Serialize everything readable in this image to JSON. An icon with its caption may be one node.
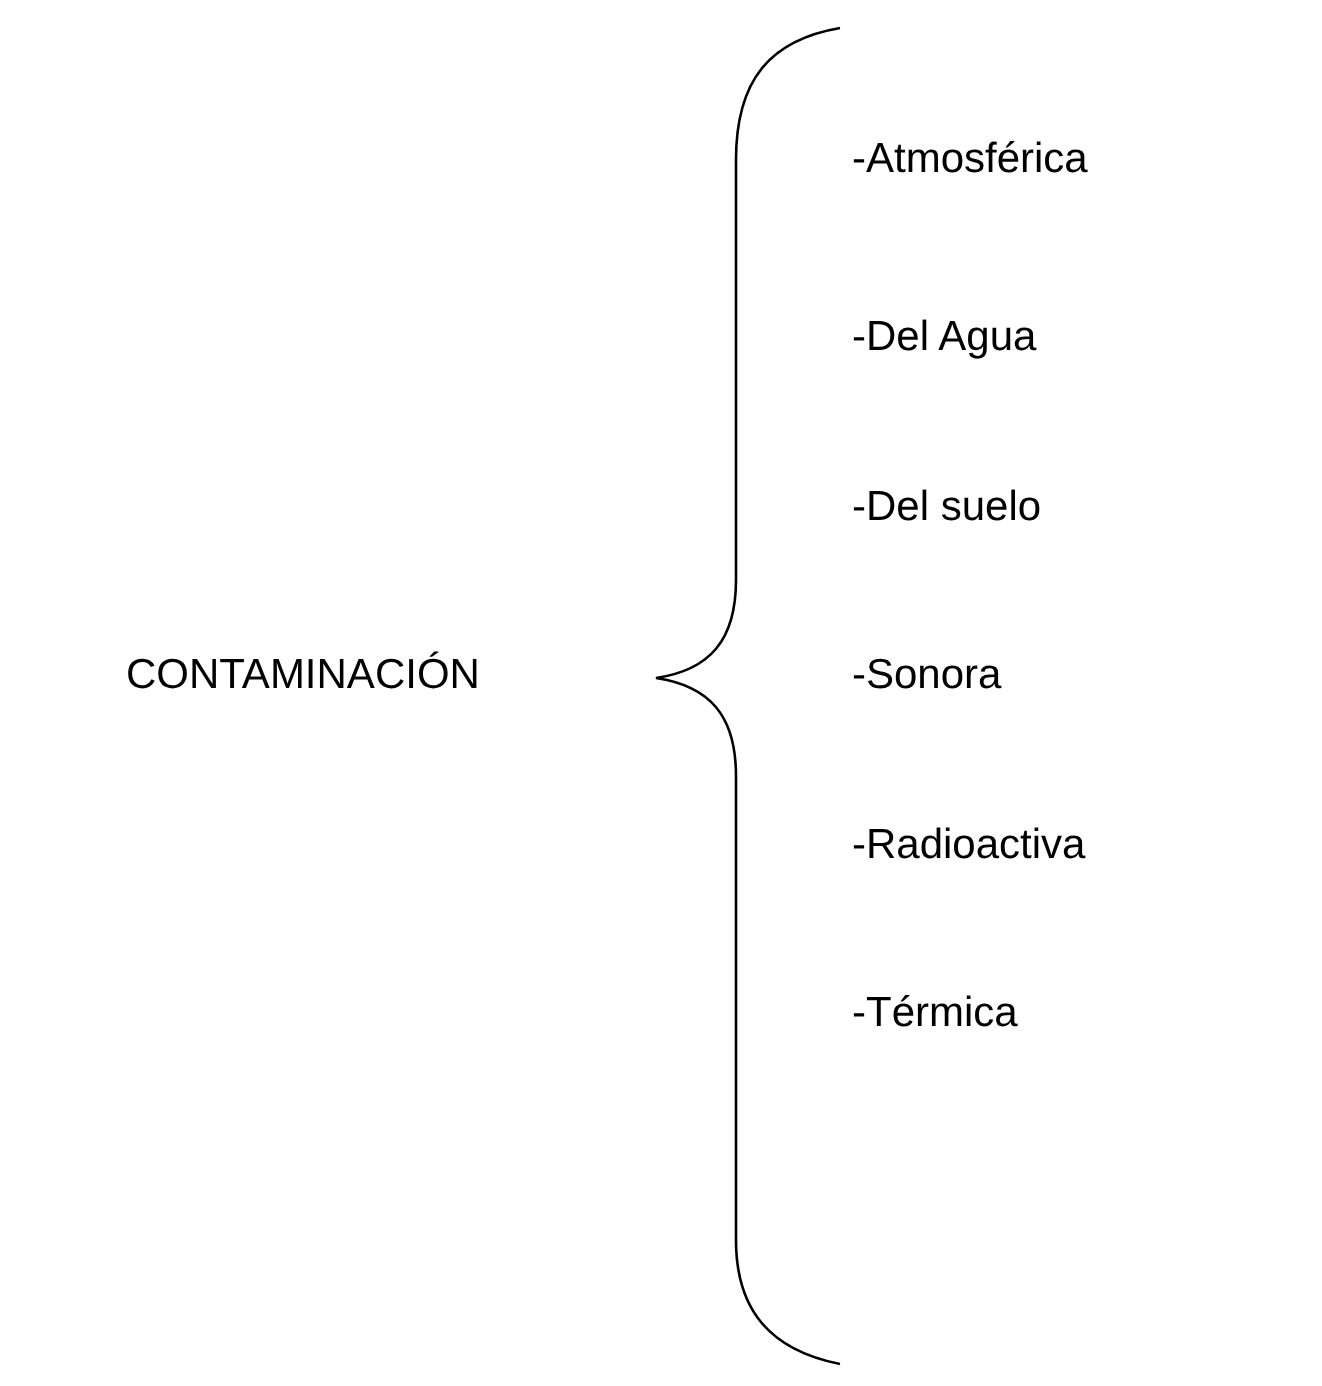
{
  "diagram": {
    "labels": [
      "CONTAMINACIÓN",
      "-Atmosférica",
      "-Del Agua",
      "-Del suelo",
      "-Sonora",
      "-Radioactiva",
      "-Térmica"
    ]
  }
}
